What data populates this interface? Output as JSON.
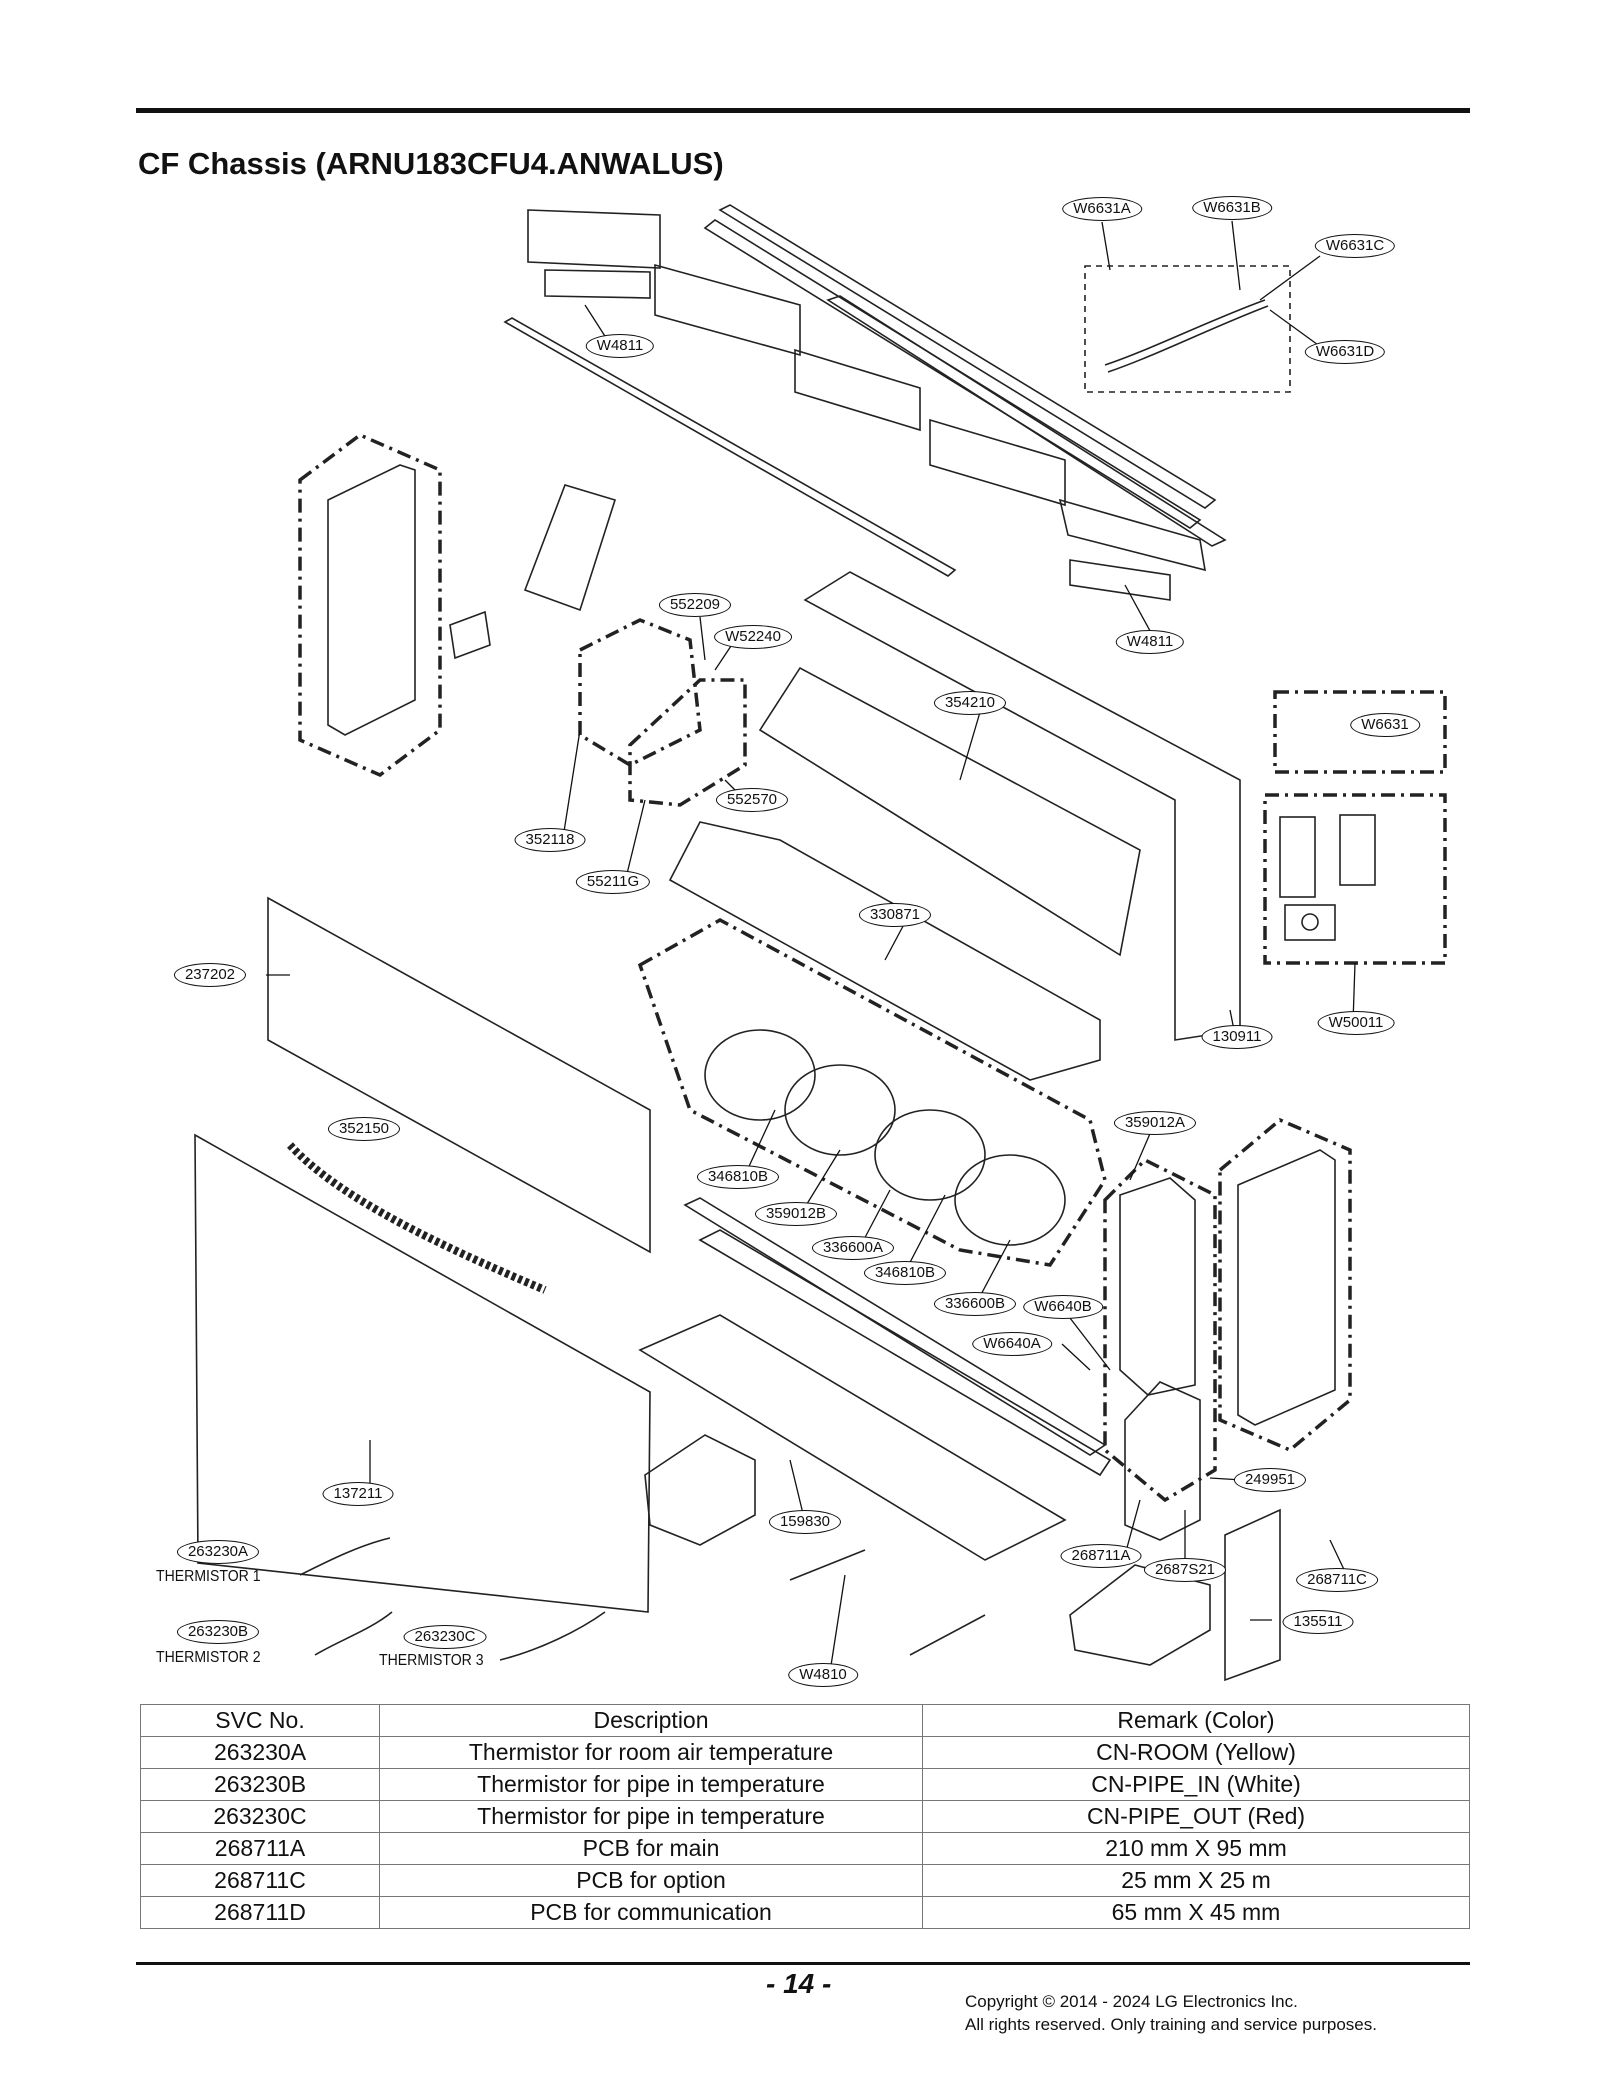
{
  "page": {
    "title": "CF Chassis (ARNU183CFU4.ANWALUS)",
    "page_number": "- 14 -",
    "copyright_line1": "Copyright © 2014 - 2024 LG Electronics Inc.",
    "copyright_line2": "All rights reserved. Only training and service purposes."
  },
  "callouts": {
    "w6631a": "W6631A",
    "w6631b": "W6631B",
    "w6631c": "W6631C",
    "w6631d": "W6631D",
    "w4811_top": "W4811",
    "w4811_right": "W4811",
    "p552209": "552209",
    "w52240": "W52240",
    "p354210": "354210",
    "w6631": "W6631",
    "p552570": "552570",
    "p352118": "352118",
    "p55211g": "55211G",
    "p330871": "330871",
    "p237202": "237202",
    "p130911": "130911",
    "w50011": "W50011",
    "p352150": "352150",
    "p359012a": "359012A",
    "p346810b_1": "346810B",
    "p359012b": "359012B",
    "p336600a": "336600A",
    "p346810b_2": "346810B",
    "p336600b": "336600B",
    "w6640b": "W6640B",
    "w6640a": "W6640A",
    "p249951": "249951",
    "p137211": "137211",
    "p159830": "159830",
    "p268711a": "268711A",
    "p2687s21": "2687S21",
    "p268711c": "268711C",
    "p263230a": "263230A",
    "p263230b": "263230B",
    "p263230c": "263230C",
    "p135511": "135511",
    "w4810": "W4810"
  },
  "labels": {
    "thermistor1": "THERMISTOR 1",
    "thermistor2": "THERMISTOR 2",
    "thermistor3": "THERMISTOR 3"
  },
  "table": {
    "headers": [
      "SVC No.",
      "Description",
      "Remark (Color)"
    ],
    "rows": [
      [
        "263230A",
        "Thermistor for room air temperature",
        "CN-ROOM (Yellow)"
      ],
      [
        "263230B",
        "Thermistor for pipe in temperature",
        "CN-PIPE_IN (White)"
      ],
      [
        "263230C",
        "Thermistor for pipe in temperature",
        "CN-PIPE_OUT (Red)"
      ],
      [
        "268711A",
        "PCB for main",
        "210 mm X 95 mm"
      ],
      [
        "268711C",
        "PCB for option",
        "25 mm X 25 m"
      ],
      [
        "268711D",
        "PCB for communication",
        "65 mm X 45 mm"
      ]
    ]
  }
}
